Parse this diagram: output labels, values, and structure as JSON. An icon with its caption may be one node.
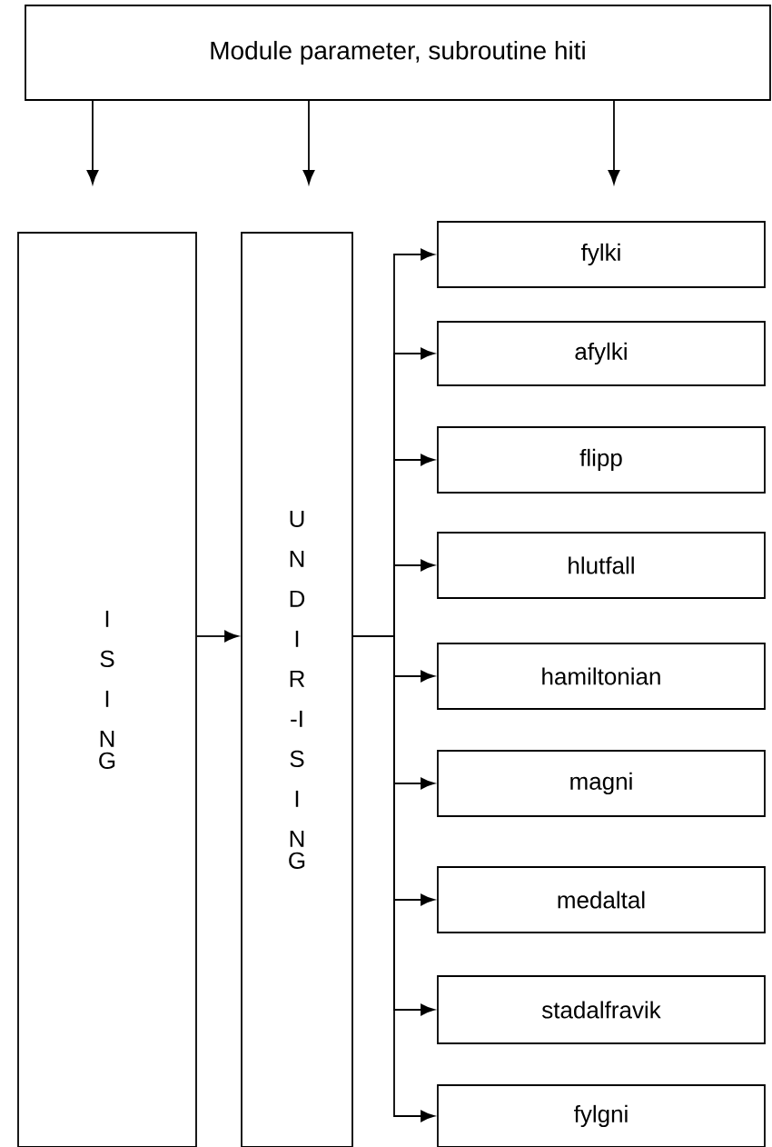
{
  "diagram": {
    "nodes": [
      {
        "text": [
          "Module parameter, subroutine hiti"
        ]
      },
      {
        "text": [
          "ISING"
        ]
      },
      {
        "text": [
          "UNDIR-ISING"
        ]
      },
      {
        "text": [
          "fylki"
        ]
      },
      {
        "text": [
          "afylki"
        ]
      },
      {
        "text": [
          "flipp"
        ]
      },
      {
        "text": [
          "hlutfall"
        ]
      },
      {
        "text": [
          "hamiltonian"
        ]
      },
      {
        "text": [
          "magni"
        ]
      },
      {
        "text": [
          "medaltal"
        ]
      },
      {
        "text": [
          "stadalfravik"
        ]
      },
      {
        "text": [
          "fylgni"
        ]
      }
    ],
    "edges": [
      {
        "from": 0,
        "to": 1,
        "arrow": "to"
      },
      {
        "from": 0,
        "to": 2,
        "arrow": "to"
      },
      {
        "from": 0,
        "to": 3,
        "arrow": "to"
      },
      {
        "from": 1,
        "to": 2,
        "arrow": "to"
      },
      {
        "from": 2,
        "to": 3,
        "arrow": "to"
      },
      {
        "from": 2,
        "to": 4,
        "arrow": "to"
      },
      {
        "from": 2,
        "to": 5,
        "arrow": "to"
      },
      {
        "from": 2,
        "to": 6,
        "arrow": "to"
      },
      {
        "from": 2,
        "to": 7,
        "arrow": "to"
      },
      {
        "from": 2,
        "to": 8,
        "arrow": "to"
      },
      {
        "from": 2,
        "to": 9,
        "arrow": "to"
      },
      {
        "from": 2,
        "to": 10,
        "arrow": "to"
      },
      {
        "from": 2,
        "to": 11,
        "arrow": "to"
      }
    ]
  }
}
